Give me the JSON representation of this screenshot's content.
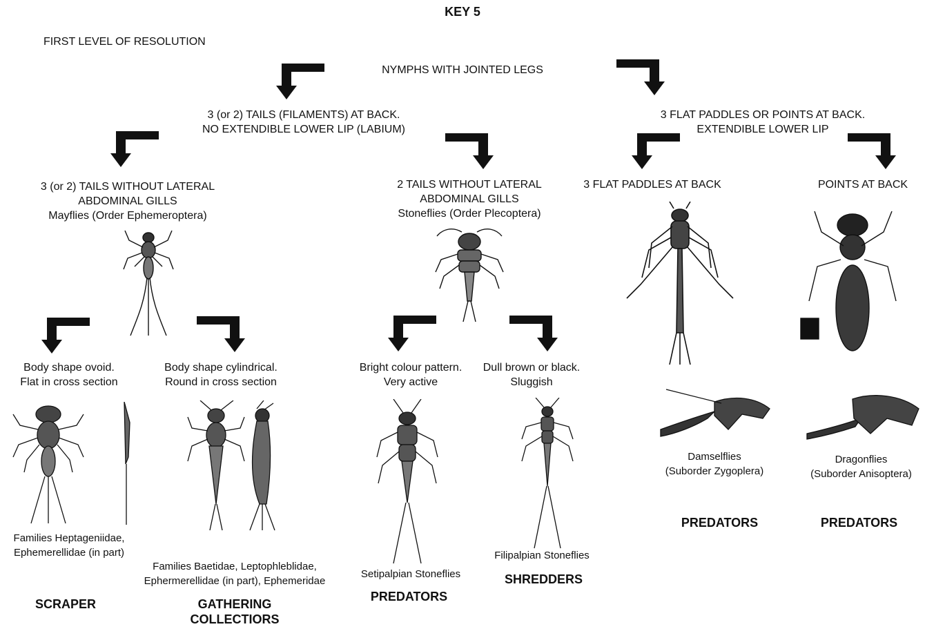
{
  "title": "KEY 5",
  "level": "FIRST LEVEL OF RESOLUTION",
  "root": "NYMPHS WITH JOINTED LEGS",
  "left_branch": {
    "line1": "3 (or 2) TAILS (FILAMENTS) AT BACK.",
    "line2": "NO EXTENDIBLE LOWER LIP (LABIUM)"
  },
  "right_branch": {
    "line1": "3 FLAT PADDLES OR POINTS AT BACK.",
    "line2": "EXTENDIBLE LOWER LIP"
  },
  "mayflies": {
    "line1": "3 (or 2) TAILS WITHOUT LATERAL",
    "line2": "ABDOMINAL GILLS",
    "line3": "Mayflies (Order Ephemeroptera)"
  },
  "stoneflies": {
    "line1": "2 TAILS WITHOUT LATERAL",
    "line2": "ABDOMINAL GILLS",
    "line3": "Stoneflies (Order Plecoptera)"
  },
  "paddles": "3 FLAT PADDLES AT BACK",
  "points": "POINTS AT BACK",
  "ovoid": {
    "line1": "Body shape ovoid.",
    "line2": "Flat in cross section"
  },
  "cylindrical": {
    "line1": "Body shape cylindrical.",
    "line2": "Round in cross section"
  },
  "bright": {
    "line1": "Bright colour pattern.",
    "line2": "Very active"
  },
  "dull": {
    "line1": "Dull brown or black.",
    "line2": "Sluggish"
  },
  "heptageniidae": {
    "line1": "Families Heptageniidae,",
    "line2": "Ephemerellidae (in part)"
  },
  "baetidae": {
    "line1": "Families Baetidae, Leptophleblidae,",
    "line2": "Ephermerellidae (in part), Ephemeridae"
  },
  "setipalpian": "Setipalpian Stoneflies",
  "filipalpian": "Filipalpian Stoneflies",
  "damselflies": {
    "line1": "Damselflies",
    "line2": "(Suborder Zygoplera)"
  },
  "dragonflies": {
    "line1": "Dragonflies",
    "line2": "(Suborder Anisoptera)"
  },
  "roles": {
    "scraper": "SCRAPER",
    "gathering1": "GATHERING",
    "gathering2": "COLLECTIORS",
    "predators_stone": "PREDATORS",
    "shredders": "SHREDDERS",
    "predators_damsel": "PREDATORS",
    "predators_dragon": "PREDATORS"
  }
}
